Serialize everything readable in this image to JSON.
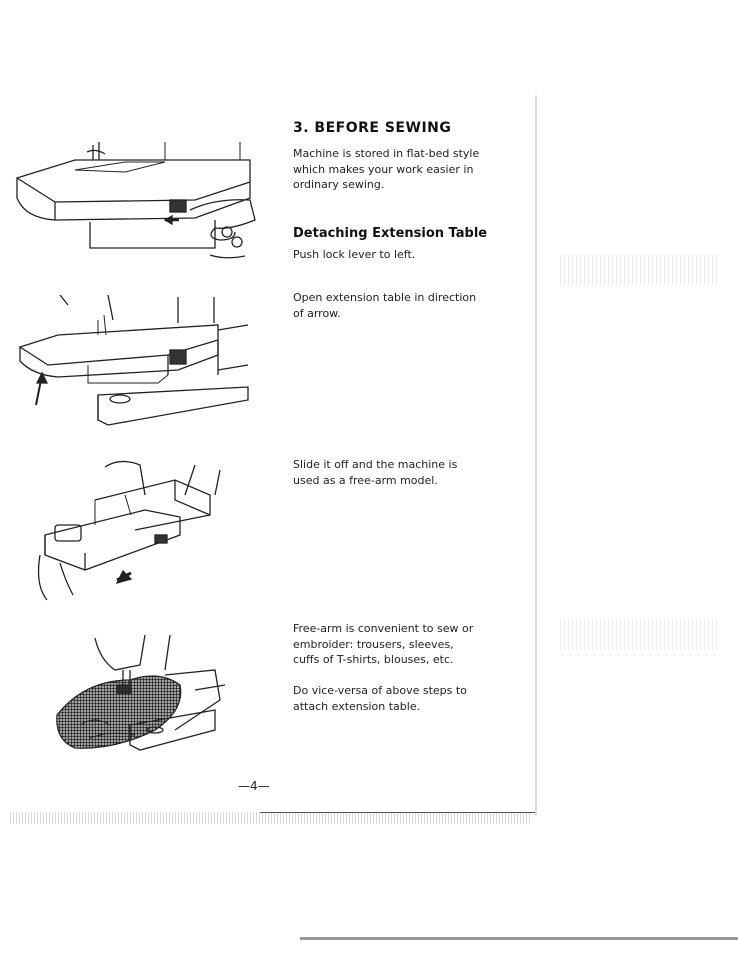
{
  "section": {
    "heading": "3. BEFORE SEWING",
    "intro": "Machine is stored in flat-bed style which makes your work easier in ordinary sewing."
  },
  "subsection": {
    "heading": "Detaching Extension Table"
  },
  "steps": [
    "Push lock lever to left.",
    "Open extension table in direction of arrow.",
    "Slide it off and the machine is used as a free-arm model."
  ],
  "notes": [
    "Free-arm is convenient to sew or embroider: trousers, sleeves, cuffs of T-shirts, blouses, etc.",
    "Do vice-versa of above steps to attach extension table."
  ],
  "page_number": "—4—",
  "illustrations": [
    {
      "icon": "lock-lever-illustration"
    },
    {
      "icon": "open-extension-table-illustration"
    },
    {
      "icon": "slide-off-table-illustration"
    },
    {
      "icon": "free-arm-sewing-illustration"
    }
  ]
}
